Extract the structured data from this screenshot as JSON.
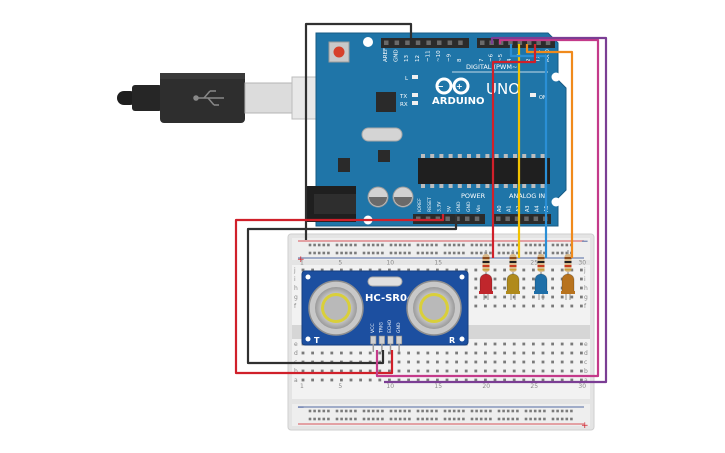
{
  "arduino": {
    "brand": "ARDUINO",
    "model": "UNO",
    "digital_label": "DIGITAL (PWM~)",
    "power_label": "POWER",
    "analog_label": "ANALOG IN",
    "top_pins": [
      "AREF",
      "GND",
      "13",
      "12",
      "~11",
      "~10",
      "~9",
      "8"
    ],
    "top_pins_right": [
      "7",
      "~6",
      "~5",
      "4",
      "~3",
      "2",
      "TX 1",
      "RX 0"
    ],
    "power_pins": [
      "IOREF",
      "RESET",
      "3.3V",
      "5V",
      "GND",
      "GND",
      "Vin"
    ],
    "analog_pins": [
      "A0",
      "A1",
      "A2",
      "A3",
      "A4",
      "A5"
    ],
    "led_labels": [
      "L",
      "TX",
      "RX"
    ],
    "on_label": "ON",
    "colors": {
      "board": "#1f75a8",
      "header": "#2b2b2b"
    }
  },
  "sensor": {
    "name": "HC-SR04",
    "left_mark": "T",
    "right_mark": "R",
    "pins": [
      "VCC",
      "TRIG",
      "ECHO",
      "GND"
    ],
    "color": "#1c4fa0"
  },
  "breadboard": {
    "row_letters_top": [
      "j",
      "i",
      "h",
      "g",
      "f"
    ],
    "row_letters_bottom": [
      "e",
      "d",
      "c",
      "b",
      "a"
    ],
    "col_numbers": [
      "1",
      "",
      "",
      "",
      "5",
      "",
      "",
      "",
      "",
      "10",
      "",
      "",
      "",
      "",
      "15",
      "",
      "",
      "",
      "",
      "20",
      "",
      "",
      "",
      "",
      "25",
      "",
      "",
      "",
      "",
      "30"
    ],
    "rail_plus": "+",
    "rail_minus": "−"
  },
  "leds": [
    {
      "color": "#c0262c"
    },
    {
      "color": "#b08a1c"
    },
    {
      "color": "#1f6fa8"
    },
    {
      "color": "#b8731e"
    }
  ],
  "wires": {
    "red": "#d0202a",
    "black": "#303030",
    "magenta": "#c43a8a",
    "purple": "#7b3e94",
    "yellow": "#f2c200",
    "blue": "#2a8fd6",
    "orange": "#f08a1c"
  }
}
